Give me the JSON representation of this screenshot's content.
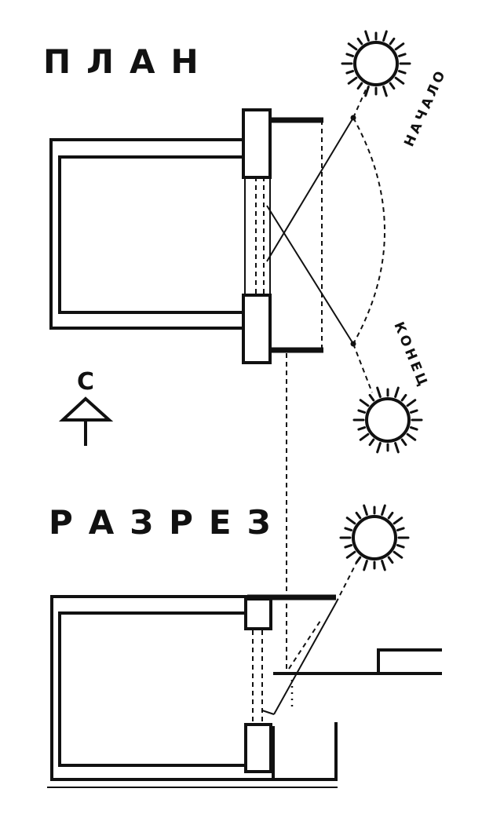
{
  "plan": {
    "title": "ПЛАН",
    "sun_start_label": "НАЧАЛО",
    "sun_end_label": "КОНЕЦ"
  },
  "compass": {
    "north_label": "С"
  },
  "section": {
    "title": "РАЗРЕЗ"
  },
  "icons": [
    "sun-icon",
    "north-arrow-icon"
  ]
}
